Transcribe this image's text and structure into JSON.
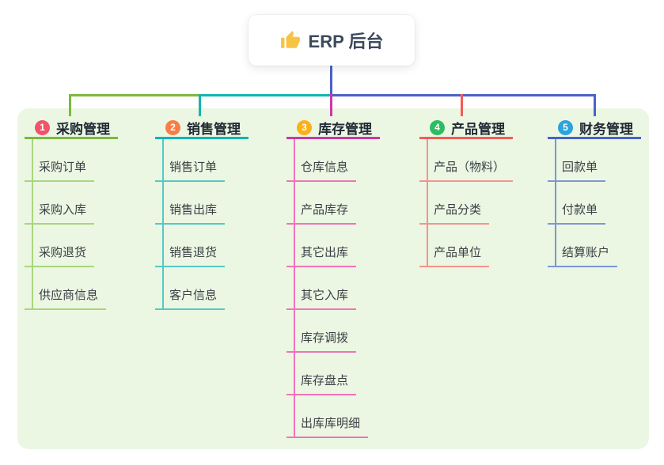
{
  "root": {
    "label": "ERP 后台",
    "icon": "thumbs-up-icon",
    "icon_color": "#f6c344",
    "line_color": "#4a62c9",
    "text_color": "#3d4a5c"
  },
  "panel": {
    "background": "#ebf7e3"
  },
  "branches": [
    {
      "number": "1",
      "label": "采购管理",
      "badge_color": "#f0536a",
      "line_color": "#7cb93e",
      "child_line_color": "#a9d57f",
      "children": [
        "采购订单",
        "采购入库",
        "采购退货",
        "供应商信息"
      ]
    },
    {
      "number": "2",
      "label": "销售管理",
      "badge_color": "#f97d45",
      "line_color": "#12b5b2",
      "child_line_color": "#55c8c4",
      "children": [
        "销售订单",
        "销售出库",
        "销售退货",
        "客户信息"
      ]
    },
    {
      "number": "3",
      "label": "库存管理",
      "badge_color": "#fbb017",
      "line_color": "#ce37a5",
      "child_line_color": "#ef74b8",
      "children": [
        "仓库信息",
        "产品库存",
        "其它出库",
        "其它入库",
        "库存调拨",
        "库存盘点",
        "出库库明细"
      ]
    },
    {
      "number": "4",
      "label": "产品管理",
      "badge_color": "#2cbd60",
      "line_color": "#f25c57",
      "child_line_color": "#f5928e",
      "children": [
        "产品（物料）",
        "产品分类",
        "产品单位"
      ]
    },
    {
      "number": "5",
      "label": "财务管理",
      "badge_color": "#2ba3dc",
      "line_color": "#4a62c9",
      "child_line_color": "#7e95d6",
      "children": [
        "回款单",
        "付款单",
        "结算账户"
      ]
    }
  ]
}
